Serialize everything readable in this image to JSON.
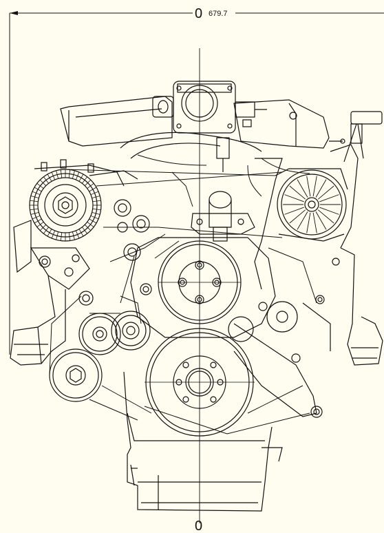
{
  "drawing": {
    "dimension_value": "679.7",
    "origin_top_label": "0",
    "origin_bottom_label": "0",
    "line_color": "#111111",
    "background_color": "#fffdf0"
  }
}
